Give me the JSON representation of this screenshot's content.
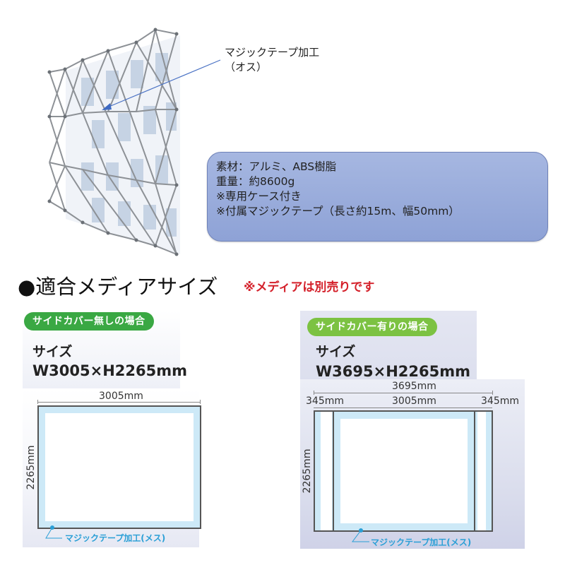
{
  "product": {
    "photo_alt": "pop-up display frame with fabric panel",
    "callout": {
      "line1": "マジックテープ加工",
      "line2": "（オス）"
    }
  },
  "specs": {
    "lines": [
      "素材：アルミ、ABS樹脂",
      "重量：約8600g",
      "※専用ケース付き",
      "※付属マジックテープ（長さ約15m、幅50mm）"
    ]
  },
  "section": {
    "title": "●適合メディアサイズ",
    "note": "※メディアは別売りです"
  },
  "panels": [
    {
      "badge": "サイドカバー無しの場合",
      "badge_color": "#3aa843",
      "size_label": "サイズ",
      "size_value": "W3005×H2265mm",
      "width_dim": "3005mm",
      "height_dim": "2265mm",
      "tape_label": "マジックテープ加工(メス)"
    },
    {
      "badge": "サイドカバー有りの場合",
      "badge_color": "#7cc242",
      "size_label": "サイズ",
      "size_value": "W3695×H2265mm",
      "total_width_dim": "3695mm",
      "left_side_dim": "345mm",
      "center_dim": "3005mm",
      "right_side_dim": "345mm",
      "height_dim": "2265mm",
      "tape_label": "マジックテープ加工(メス)"
    }
  ],
  "colors": {
    "spec_box_bg": "#9aaddc",
    "tape_accent": "#2a9fd6",
    "note_red": "#d4202a",
    "frame_light_blue": "#cde9f7"
  }
}
